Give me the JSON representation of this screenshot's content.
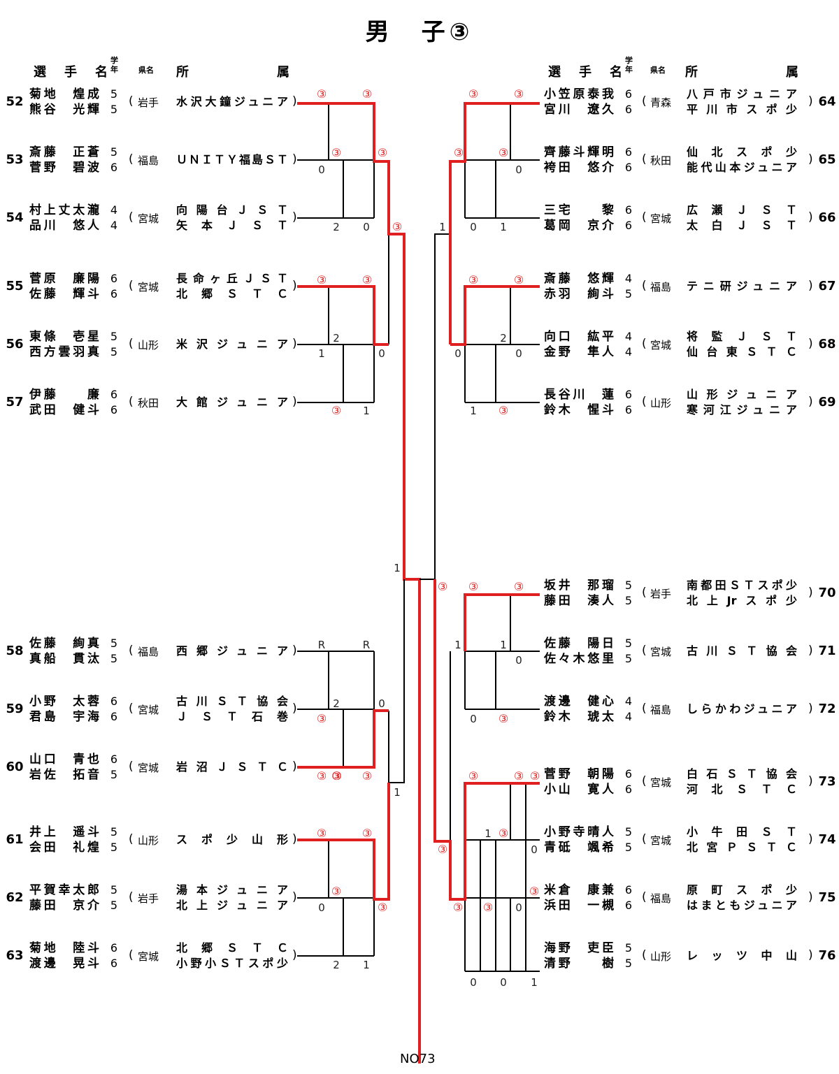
{
  "title": "男　子③",
  "headers": {
    "name": "選　手　名",
    "grade": "学年",
    "pref": "県名",
    "club_a": "所",
    "club_b": "属"
  },
  "bottom_label": "NO73",
  "colors": {
    "win_line": "#e02020",
    "line": "#000000",
    "win_mark": "#e02020"
  },
  "left_entries": [
    {
      "seed": "52",
      "p1": "菊地　煌成",
      "g1": "5",
      "p2": "熊谷　光輝",
      "g2": "5",
      "pref": "岩手",
      "c1": "水沢大鐘ジュニア",
      "c2": ""
    },
    {
      "seed": "53",
      "p1": "斎藤　正蒼",
      "g1": "5",
      "p2": "菅野　碧波",
      "g2": "6",
      "pref": "福島",
      "c1": "ＵＮＩＴＹ福島ＳＴ",
      "c2": ""
    },
    {
      "seed": "54",
      "p1": "村上丈太瀧",
      "g1": "4",
      "p2": "品川　悠人",
      "g2": "4",
      "pref": "宮城",
      "c1": "向陽台ＪＳＴ",
      "c2": "矢本ＪＳＴ"
    },
    {
      "seed": "55",
      "p1": "菅原　廉陽",
      "g1": "6",
      "p2": "佐藤　輝斗",
      "g2": "6",
      "pref": "宮城",
      "c1": "長命ヶ丘ＪＳＴ",
      "c2": "北郷ＳＴＣ"
    },
    {
      "seed": "56",
      "p1": "東條　壱星",
      "g1": "5",
      "p2": "西方雲羽真",
      "g2": "5",
      "pref": "山形",
      "c1": "米沢ジュニア",
      "c2": ""
    },
    {
      "seed": "57",
      "p1": "伊藤　　廉",
      "g1": "6",
      "p2": "武田　健斗",
      "g2": "6",
      "pref": "秋田",
      "c1": "大館ジュニア",
      "c2": ""
    },
    {
      "seed": "58",
      "p1": "佐藤　絢真",
      "g1": "5",
      "p2": "真船　貫汰",
      "g2": "5",
      "pref": "福島",
      "c1": "西郷ジュニア",
      "c2": ""
    },
    {
      "seed": "59",
      "p1": "小野　太蓉",
      "g1": "6",
      "p2": "君島　宇海",
      "g2": "6",
      "pref": "宮城",
      "c1": "古川ＳＴ協会",
      "c2": "ＪＳＴ石巻"
    },
    {
      "seed": "60",
      "p1": "山口　青也",
      "g1": "6",
      "p2": "岩佐　拓音",
      "g2": "5",
      "pref": "宮城",
      "c1": "岩沼ＪＳＴＣ",
      "c2": ""
    },
    {
      "seed": "61",
      "p1": "井上　遥斗",
      "g1": "5",
      "p2": "会田　礼煌",
      "g2": "5",
      "pref": "山形",
      "c1": "スポ少山形",
      "c2": ""
    },
    {
      "seed": "62",
      "p1": "平賀幸太郎",
      "g1": "5",
      "p2": "藤田　京介",
      "g2": "5",
      "pref": "岩手",
      "c1": "湯本ジュニア",
      "c2": "北上ジュニア"
    },
    {
      "seed": "63",
      "p1": "菊地　陸斗",
      "g1": "6",
      "p2": "渡邊　晃斗",
      "g2": "6",
      "pref": "宮城",
      "c1": "北郷ＳＴＣ",
      "c2": "小野小ＳＴスポ少"
    }
  ],
  "right_entries": [
    {
      "seed": "64",
      "p1": "小笠原泰我",
      "g1": "6",
      "p2": "宮川　遼久",
      "g2": "6",
      "pref": "青森",
      "c1": "八戸市ジュニア",
      "c2": "平川市スポ少"
    },
    {
      "seed": "65",
      "p1": "齊藤斗輝明",
      "g1": "6",
      "p2": "袴田　悠介",
      "g2": "6",
      "pref": "秋田",
      "c1": "仙北スポ少",
      "c2": "能代山本ジュニア"
    },
    {
      "seed": "66",
      "p1": "三宅　　黎",
      "g1": "6",
      "p2": "葛岡　京介",
      "g2": "6",
      "pref": "宮城",
      "c1": "広瀬ＪＳＴ",
      "c2": "太白ＪＳＴ"
    },
    {
      "seed": "67",
      "p1": "斎藤　悠輝",
      "g1": "4",
      "p2": "赤羽　絢斗",
      "g2": "5",
      "pref": "福島",
      "c1": "テニ研ジュニア",
      "c2": ""
    },
    {
      "seed": "68",
      "p1": "向口　紘平",
      "g1": "4",
      "p2": "金野　隼人",
      "g2": "4",
      "pref": "宮城",
      "c1": "将監ＪＳＴ",
      "c2": "仙台東ＳＴＣ"
    },
    {
      "seed": "69",
      "p1": "長谷川　蓮",
      "g1": "6",
      "p2": "鈴木　惺斗",
      "g2": "6",
      "pref": "山形",
      "c1": "山形ジュニア",
      "c2": "寒河江ジュニア"
    },
    {
      "seed": "70",
      "p1": "坂井　那瑠",
      "g1": "5",
      "p2": "藤田　湊人",
      "g2": "5",
      "pref": "岩手",
      "c1": "南都田ＳＴスポ少",
      "c2": "北上Jrスポ少"
    },
    {
      "seed": "71",
      "p1": "佐藤　陽日",
      "g1": "5",
      "p2": "佐々木悠里",
      "g2": "5",
      "pref": "宮城",
      "c1": "古川ＳＴ協会",
      "c2": ""
    },
    {
      "seed": "72",
      "p1": "渡邊　健心",
      "g1": "4",
      "p2": "鈴木　琥太",
      "g2": "4",
      "pref": "福島",
      "c1": "しらかわジュニア",
      "c2": ""
    },
    {
      "seed": "73",
      "p1": "菅野　朝陽",
      "g1": "6",
      "p2": "小山　寛人",
      "g2": "6",
      "pref": "宮城",
      "c1": "白石ＳＴ協会",
      "c2": "河北ＳＴＣ"
    },
    {
      "seed": "74",
      "p1": "小野寺晴人",
      "g1": "5",
      "p2": "青砥　颯希",
      "g2": "5",
      "pref": "宮城",
      "c1": "小牛田ＳＴ",
      "c2": "北宮ＰＳＴＣ"
    },
    {
      "seed": "75",
      "p1": "米倉　康兼",
      "g1": "6",
      "p2": "浜田　一槻",
      "g2": "6",
      "pref": "福島",
      "c1": "原町スポ少",
      "c2": "はまともジュニア"
    },
    {
      "seed": "76",
      "p1": "海野　吏臣",
      "g1": "5",
      "p2": "清野　　樹",
      "g2": "5",
      "pref": "山形",
      "c1": "レッツ中山",
      "c2": ""
    }
  ],
  "scores": [
    {
      "t": "③",
      "w": true
    },
    {
      "t": "③",
      "w": true
    },
    {
      "t": "③",
      "w": true
    },
    {
      "t": "③",
      "w": true
    },
    {
      "t": "0",
      "w": false
    },
    {
      "t": "2",
      "w": false
    },
    {
      "t": "0",
      "w": false
    },
    {
      "t": "③",
      "w": true
    },
    {
      "t": "③",
      "w": true
    },
    {
      "t": "③",
      "w": true
    },
    {
      "t": "2",
      "w": false
    },
    {
      "t": "1",
      "w": false
    },
    {
      "t": "0",
      "w": false
    },
    {
      "t": "③",
      "w": true
    },
    {
      "t": "1",
      "w": false
    },
    {
      "t": "R",
      "w": false
    },
    {
      "t": "R",
      "w": false
    },
    {
      "t": "2",
      "w": false
    },
    {
      "t": "0",
      "w": false
    },
    {
      "t": "③",
      "w": true
    },
    {
      "t": "③",
      "w": true
    },
    {
      "t": "③",
      "w": true
    },
    {
      "t": "1",
      "w": false
    },
    {
      "t": "③",
      "w": true
    },
    {
      "t": "③",
      "w": true
    },
    {
      "t": "③",
      "w": true
    },
    {
      "t": "0",
      "w": false
    },
    {
      "t": "③",
      "w": true
    },
    {
      "t": "2",
      "w": false
    },
    {
      "t": "1",
      "w": false
    },
    {
      "t": "1",
      "w": false
    },
    {
      "t": "③",
      "w": true
    },
    {
      "t": "③",
      "w": true
    },
    {
      "t": "③",
      "w": true
    },
    {
      "t": "③",
      "w": true
    },
    {
      "t": "0",
      "w": false
    },
    {
      "t": "1",
      "w": false
    },
    {
      "t": "0",
      "w": false
    },
    {
      "t": "1",
      "w": false
    },
    {
      "t": "③",
      "w": true
    },
    {
      "t": "③",
      "w": true
    },
    {
      "t": "2",
      "w": false
    },
    {
      "t": "0",
      "w": false
    },
    {
      "t": "0",
      "w": false
    },
    {
      "t": "1",
      "w": false
    },
    {
      "t": "③",
      "w": true
    },
    {
      "t": "③",
      "w": true
    },
    {
      "t": "③",
      "w": true
    },
    {
      "t": "③",
      "w": true
    },
    {
      "t": "1",
      "w": false
    },
    {
      "t": "1",
      "w": false
    },
    {
      "t": "0",
      "w": false
    },
    {
      "t": "0",
      "w": false
    },
    {
      "t": "③",
      "w": true
    },
    {
      "t": "③",
      "w": true
    },
    {
      "t": "③",
      "w": true
    },
    {
      "t": "③",
      "w": true
    },
    {
      "t": "1",
      "w": false
    },
    {
      "t": "③",
      "w": true
    },
    {
      "t": "0",
      "w": false
    },
    {
      "t": "③",
      "w": true
    },
    {
      "t": "③",
      "w": true
    },
    {
      "t": "③",
      "w": true
    },
    {
      "t": "③",
      "w": true
    },
    {
      "t": "0",
      "w": false
    },
    {
      "t": "0",
      "w": false
    },
    {
      "t": "0",
      "w": false
    },
    {
      "t": "1",
      "w": false
    },
    {
      "t": "③",
      "w": true
    },
    {
      "t": "③",
      "w": true
    }
  ]
}
